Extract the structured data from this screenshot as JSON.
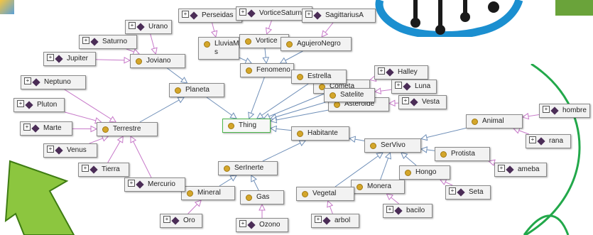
{
  "diagram": {
    "title": "",
    "nodes": {
      "thing": {
        "label": "Thing",
        "kind": "class",
        "selected": true
      },
      "planeta": {
        "label": "Planeta",
        "kind": "class"
      },
      "joviano": {
        "label": "Joviano",
        "kind": "class"
      },
      "terrestre": {
        "label": "Terrestre",
        "kind": "class"
      },
      "fenomeno": {
        "label": "Fenomeno",
        "kind": "class"
      },
      "vortice": {
        "label": "Vortice",
        "kind": "class"
      },
      "lluviam": {
        "label": "LluviaM\ns",
        "kind": "class"
      },
      "agujeronegro": {
        "label": "AgujeroNegro",
        "kind": "class"
      },
      "estrella": {
        "label": "Estrella",
        "kind": "class"
      },
      "cometa": {
        "label": "Cometa",
        "kind": "class"
      },
      "satelite": {
        "label": "Satelite",
        "kind": "class"
      },
      "asteroide": {
        "label": "Asteroide",
        "kind": "class"
      },
      "habitante": {
        "label": "Habitante",
        "kind": "class"
      },
      "servivo": {
        "label": "SerVivo",
        "kind": "class"
      },
      "animal": {
        "label": "Animal",
        "kind": "class"
      },
      "protista": {
        "label": "Protista",
        "kind": "class"
      },
      "hongo": {
        "label": "Hongo",
        "kind": "class"
      },
      "monera": {
        "label": "Monera",
        "kind": "class"
      },
      "vegetal": {
        "label": "Vegetal",
        "kind": "class"
      },
      "serinerte": {
        "label": "SerInerte",
        "kind": "class"
      },
      "mineral": {
        "label": "Mineral",
        "kind": "class"
      },
      "gas": {
        "label": "Gas",
        "kind": "class"
      },
      "urano": {
        "label": "Urano",
        "kind": "individual"
      },
      "saturno": {
        "label": "Saturno",
        "kind": "individual"
      },
      "jupiter": {
        "label": "Jupiter",
        "kind": "individual"
      },
      "neptuno": {
        "label": "Neptuno",
        "kind": "individual"
      },
      "pluton": {
        "label": "Pluton",
        "kind": "individual"
      },
      "marte": {
        "label": "Marte",
        "kind": "individual"
      },
      "venus": {
        "label": "Venus",
        "kind": "individual"
      },
      "tierra": {
        "label": "Tierra",
        "kind": "individual"
      },
      "mercurio": {
        "label": "Mercurio",
        "kind": "individual"
      },
      "perseidas": {
        "label": "Perseidas",
        "kind": "individual"
      },
      "vorticesaturno": {
        "label": "VorticeSaturno",
        "kind": "individual"
      },
      "sagittariusa": {
        "label": "SagittariusA",
        "kind": "individual"
      },
      "halley": {
        "label": "Halley",
        "kind": "individual"
      },
      "luna": {
        "label": "Luna",
        "kind": "individual"
      },
      "vesta": {
        "label": "Vesta",
        "kind": "individual"
      },
      "hombre": {
        "label": "hombre",
        "kind": "individual"
      },
      "rana": {
        "label": "rana",
        "kind": "individual"
      },
      "ameba": {
        "label": "ameba",
        "kind": "individual"
      },
      "seta": {
        "label": "Seta",
        "kind": "individual"
      },
      "bacilo": {
        "label": "bacilo",
        "kind": "individual"
      },
      "arbol": {
        "label": "arbol",
        "kind": "individual"
      },
      "oro": {
        "label": "Oro",
        "kind": "individual"
      },
      "ozono": {
        "label": "Ozono",
        "kind": "individual"
      }
    },
    "subclass_edges": [
      [
        "planeta",
        "thing"
      ],
      [
        "fenomeno",
        "thing"
      ],
      [
        "estrella",
        "thing"
      ],
      [
        "cometa",
        "thing"
      ],
      [
        "satelite",
        "thing"
      ],
      [
        "asteroide",
        "thing"
      ],
      [
        "habitante",
        "thing"
      ],
      [
        "joviano",
        "planeta"
      ],
      [
        "terrestre",
        "planeta"
      ],
      [
        "vortice",
        "fenomeno"
      ],
      [
        "lluviam",
        "fenomeno"
      ],
      [
        "agujeronegro",
        "fenomeno"
      ],
      [
        "servivo",
        "habitante"
      ],
      [
        "serinerte",
        "habitante"
      ],
      [
        "animal",
        "servivo"
      ],
      [
        "protista",
        "servivo"
      ],
      [
        "hongo",
        "servivo"
      ],
      [
        "monera",
        "servivo"
      ],
      [
        "vegetal",
        "servivo"
      ],
      [
        "mineral",
        "serinerte"
      ],
      [
        "gas",
        "serinerte"
      ]
    ],
    "instance_edges": [
      [
        "urano",
        "joviano"
      ],
      [
        "saturno",
        "joviano"
      ],
      [
        "jupiter",
        "joviano"
      ],
      [
        "neptuno",
        "terrestre"
      ],
      [
        "pluton",
        "terrestre"
      ],
      [
        "marte",
        "terrestre"
      ],
      [
        "venus",
        "terrestre"
      ],
      [
        "tierra",
        "terrestre"
      ],
      [
        "mercurio",
        "terrestre"
      ],
      [
        "perseidas",
        "lluviam"
      ],
      [
        "vorticesaturno",
        "vortice"
      ],
      [
        "sagittariusa",
        "agujeronegro"
      ],
      [
        "halley",
        "cometa"
      ],
      [
        "luna",
        "satelite"
      ],
      [
        "vesta",
        "asteroide"
      ],
      [
        "hombre",
        "animal"
      ],
      [
        "rana",
        "animal"
      ],
      [
        "ameba",
        "protista"
      ],
      [
        "seta",
        "hongo"
      ],
      [
        "bacilo",
        "monera"
      ],
      [
        "arbol",
        "vegetal"
      ],
      [
        "oro",
        "mineral"
      ],
      [
        "ozono",
        "gas"
      ]
    ],
    "colors": {
      "subclass_edge": "#6f8fb8",
      "instance_edge": "#c779c9",
      "class_dot": "#d4a62a",
      "individual_diamond": "#4b2d57",
      "arrow_green": "#8cc63f",
      "circle_green": "#22a84a",
      "brain_blue": "#1b8fd0"
    }
  }
}
